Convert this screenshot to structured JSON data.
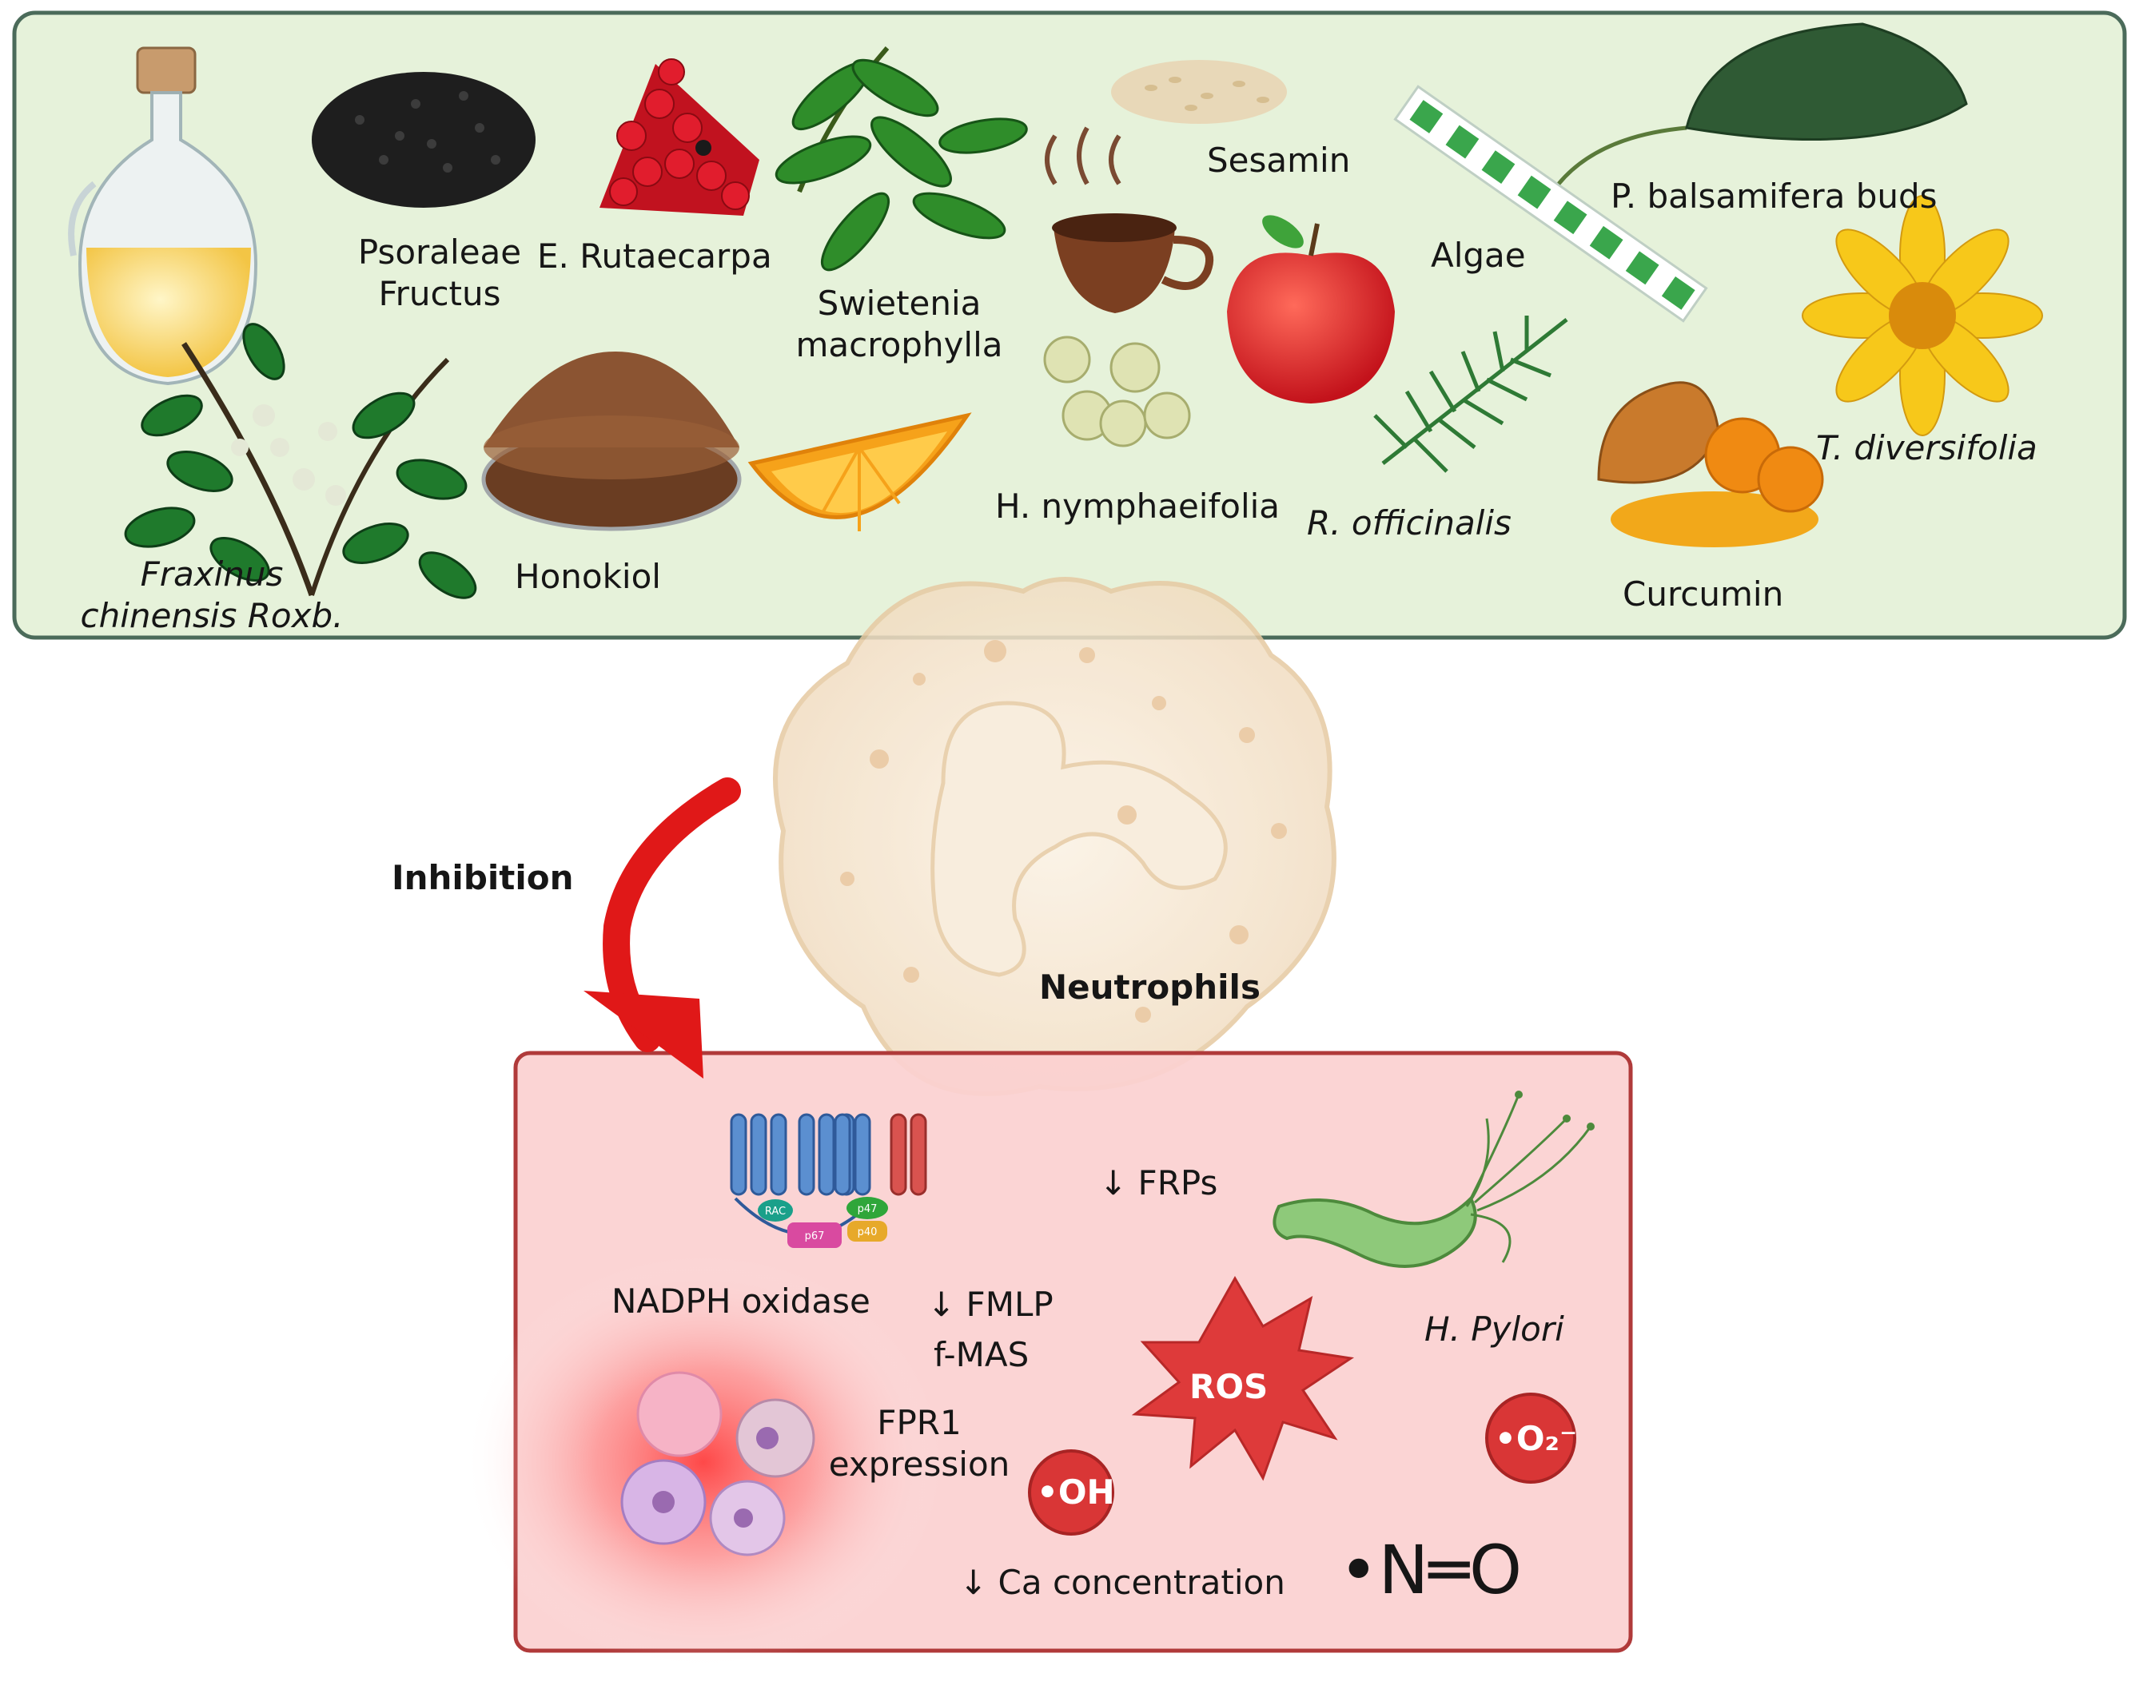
{
  "sources": {
    "fraxinus": {
      "line1": "Fraxinus",
      "line2": "chinensis Roxb."
    },
    "psoraleae": {
      "line1": "Psoraleae",
      "line2": "Fructus"
    },
    "rutaecarpa": "E. Rutaecarpa",
    "swietenia": {
      "line1": "Swietenia",
      "line2": "macrophylla"
    },
    "honokiol": "Honokiol",
    "sesamin": "Sesamin",
    "nymphaeifolia": "H. nymphaeifolia",
    "algae": "Algae",
    "rosmarinus": "R. officinalis",
    "balsamifera": "P. balsamifera buds",
    "diversifolia": "T. diversifolia",
    "curcumin": "Curcumin"
  },
  "inhibition_label": "Inhibition",
  "cell_label": "Neutrophils",
  "mechanisms": {
    "nadph": "NADPH oxidase",
    "frps": "↓ FRPs",
    "fmlp": "↓ FMLP",
    "fmas": "f-MAS",
    "fpr1": {
      "line1": "FPR1",
      "line2": "expression"
    },
    "ros": "ROS",
    "pylori": "H. Pylori",
    "oh": "•OH",
    "superoxide": "•O₂⁻",
    "ca": "↓ Ca concentration",
    "no": "•N═O"
  },
  "subunits": {
    "rac": "RAC",
    "p47": "p47",
    "p67": "p67",
    "p40": "p40"
  },
  "colors": {
    "top_panel_fill": "#e6f2da",
    "top_panel_border": "#4b6b5a",
    "bottom_panel_fill": "#fbd0d0",
    "bottom_panel_border": "#b03a3a",
    "inhibition_arrow": "#e01818",
    "ros_star": "#de3a3a",
    "radical_circle": "#d93636",
    "membrane_blue": "#5b8fd0",
    "membrane_red": "#d9534f"
  }
}
